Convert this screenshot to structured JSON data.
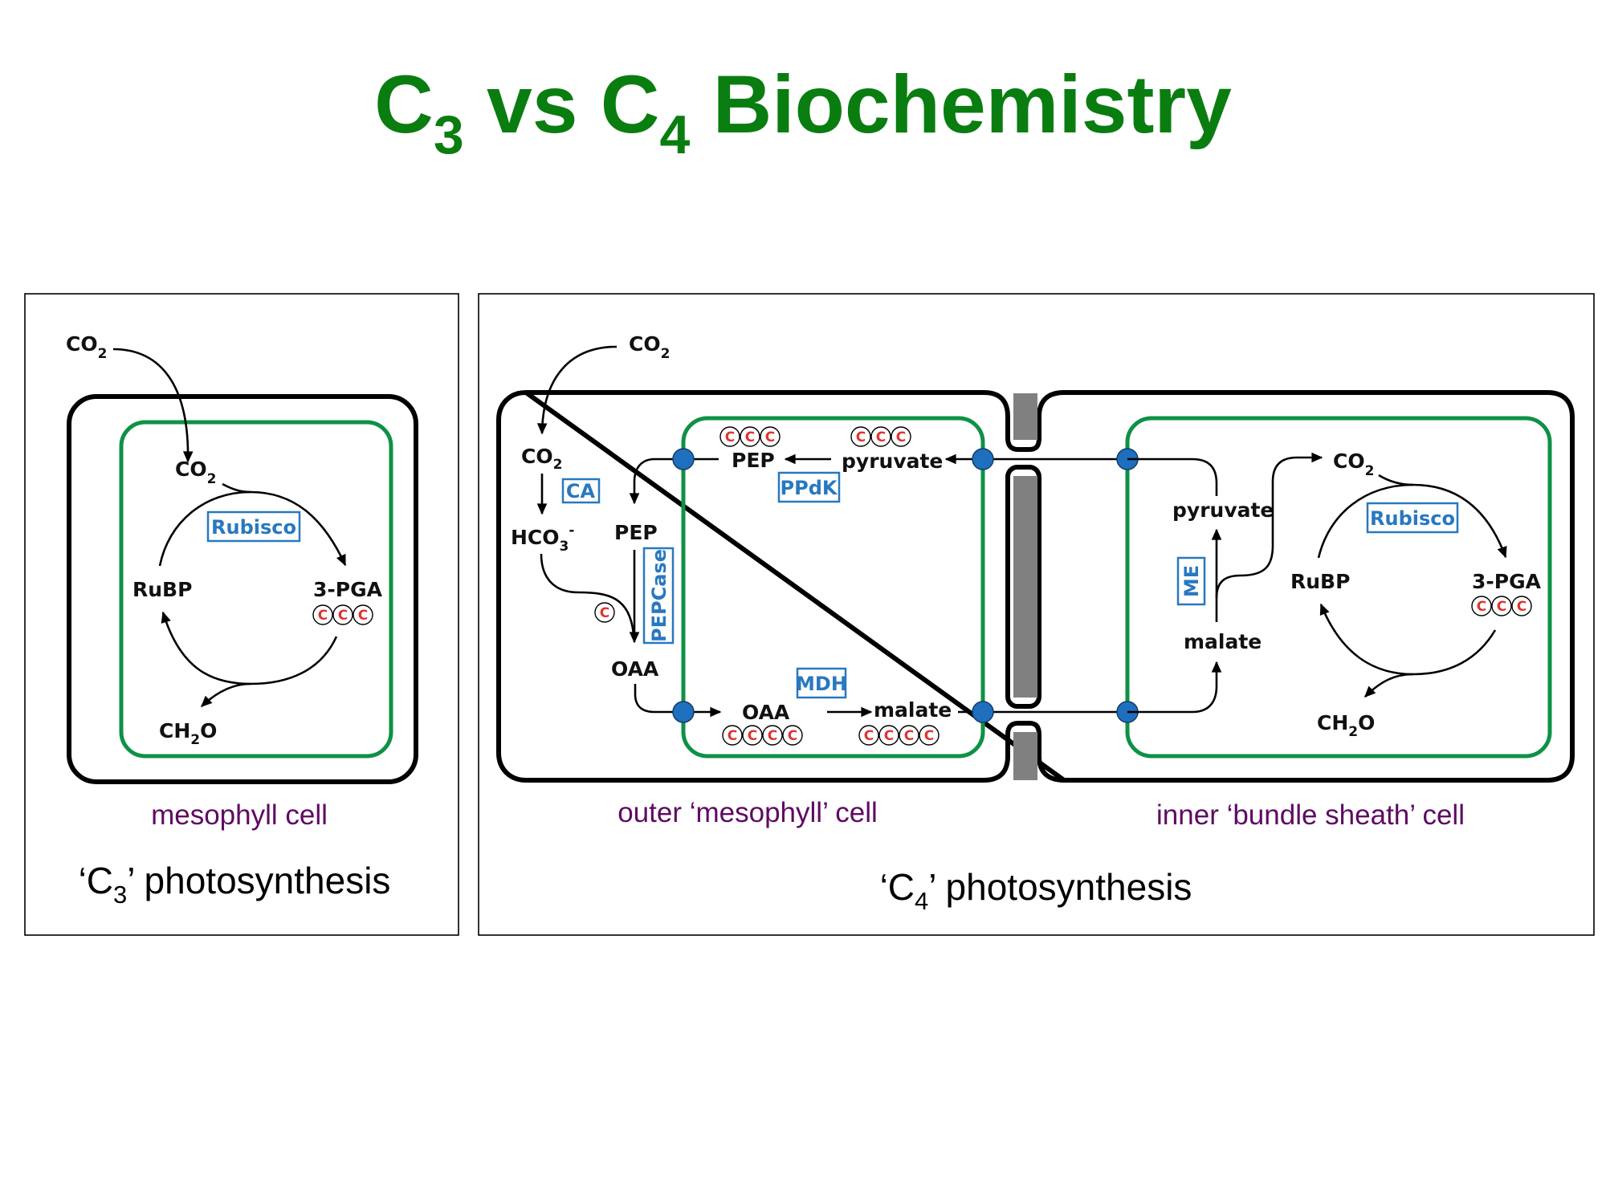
{
  "title": {
    "prefix": "C",
    "sub1": "3",
    "middle": " vs C",
    "sub2": "4",
    "suffix": " Biochemistry",
    "color": "#0a7d10"
  },
  "colors": {
    "chloroplast": "#0e9146",
    "enzyme": "#2878c0",
    "carbon": "#e0332e",
    "transporter": "#1f6fbf",
    "cell_label": "#5e0a63",
    "plasmodesmata": "#808080"
  },
  "c3_panel": {
    "outside_co2": {
      "base": "CO",
      "sub": "2"
    },
    "chloroplast_co2": {
      "base": "CO",
      "sub": "2"
    },
    "enzyme": "Rubisco",
    "rubp": "RuBP",
    "pga": "3-PGA",
    "pga_carbons": [
      "C",
      "C",
      "C"
    ],
    "product": {
      "base": "CH",
      "sub": "2",
      "tail": "O"
    },
    "cell_label": "mesophyll cell",
    "caption": {
      "open": "‘C",
      "sub": "3",
      "close": "’ photosynthesis"
    }
  },
  "c4_panel": {
    "outside_co2": {
      "base": "CO",
      "sub": "2"
    },
    "mesophyll": {
      "cytosol_co2": {
        "base": "CO",
        "sub": "2"
      },
      "ca_enzyme": "CA",
      "bicarbonate": {
        "base": "HCO",
        "sub": "3",
        "sup": "-"
      },
      "pep_cytosol": "PEP",
      "pepcase_enzyme": "PEPCase",
      "fixed_carbon": [
        "C"
      ],
      "oaa_cytosol": "OAA",
      "pep_chloroplast": "PEP",
      "pep_carbons": [
        "C",
        "C",
        "C"
      ],
      "ppdk_enzyme": "PPdK",
      "pyruvate": "pyruvate",
      "pyruvate_carbons": [
        "C",
        "C",
        "C"
      ],
      "mdh_enzyme": "MDH",
      "oaa_chloroplast": "OAA",
      "oaa_carbons": [
        "C",
        "C",
        "C",
        "C"
      ],
      "malate": "malate",
      "malate_carbons": [
        "C",
        "C",
        "C",
        "C"
      ],
      "cell_label": "outer ‘mesophyll’ cell"
    },
    "bundle_sheath": {
      "pyruvate": "pyruvate",
      "me_enzyme": "ME",
      "malate": "malate",
      "co2": {
        "base": "CO",
        "sub": "2"
      },
      "enzyme": "Rubisco",
      "rubp": "RuBP",
      "pga": "3-PGA",
      "pga_carbons": [
        "C",
        "C",
        "C"
      ],
      "product": {
        "base": "CH",
        "sub": "2",
        "tail": "O"
      },
      "cell_label": "inner ‘bundle sheath’ cell"
    },
    "caption": {
      "open": "‘C",
      "sub": "4",
      "close": "’ photosynthesis"
    }
  }
}
